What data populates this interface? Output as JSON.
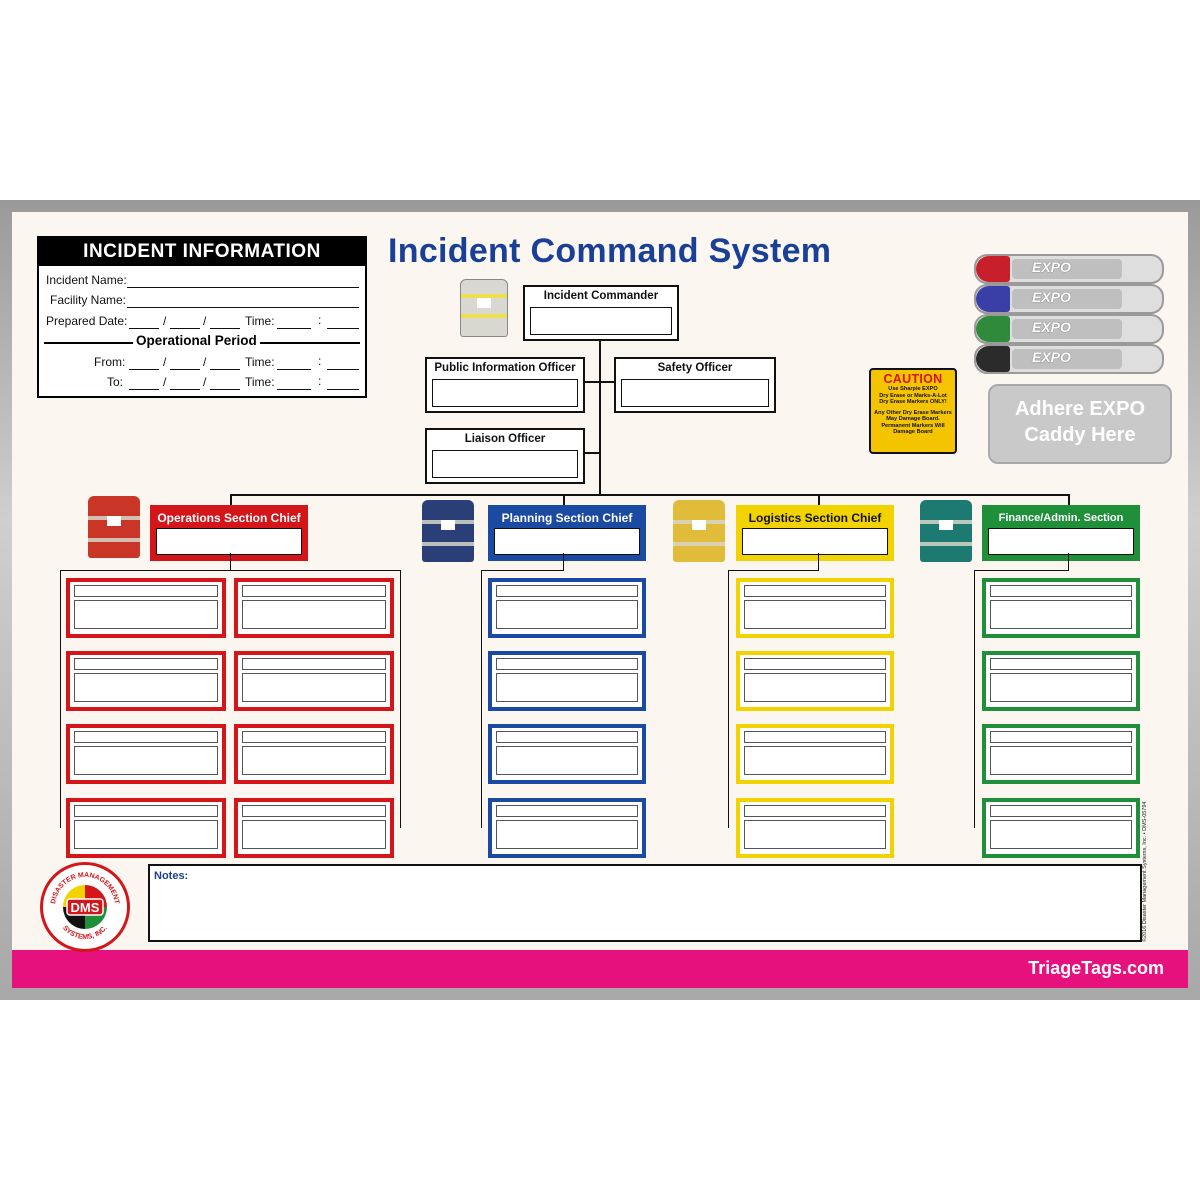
{
  "title": "Incident Command System",
  "incident_info": {
    "header": "INCIDENT INFORMATION",
    "incident_name": "Incident Name:",
    "facility_name": "Facility Name:",
    "prepared_date": "Prepared Date:",
    "time": "Time:",
    "operational_period": "Operational Period",
    "from": "From:",
    "to": "To:",
    "slash": "/",
    "colon": ":"
  },
  "command": {
    "incident_commander": "Incident Commander",
    "public_information_officer": "Public Information Officer",
    "safety_officer": "Safety Officer",
    "liaison_officer": "Liaison Officer"
  },
  "caution": {
    "heading": "CAUTION",
    "line1": "Use Sharpie EXPO",
    "line2": "Dry Erase or Marks-A-Lot",
    "line3": "Dry Erase Markers ONLY!",
    "line4": "Any Other Dry Erase Markers",
    "line5": "May Damage Board.",
    "line6": "Permanent Markers Will",
    "line7": "Damage Board"
  },
  "caddy": {
    "line1": "Adhere EXPO",
    "line2": "Caddy Here",
    "marker_brand": "EXPO"
  },
  "markers": [
    {
      "color": "#c8202b"
    },
    {
      "color": "#3a3fa8"
    },
    {
      "color": "#2f8a3c"
    },
    {
      "color": "#2b2b2b"
    }
  ],
  "sections": {
    "operations": {
      "label": "Operations Section Chief",
      "color": "#d4161b",
      "vest": "#c93527"
    },
    "planning": {
      "label": "Planning Section Chief",
      "color": "#1b4aa3",
      "vest": "#2a3e78"
    },
    "logistics": {
      "label": "Logistics Section Chief",
      "color": "#f2d300",
      "vest": "#e0bc3a",
      "label_color": "#111111"
    },
    "finance": {
      "label": "Finance/Admin. Section Chief",
      "color": "#1f8f3a",
      "vest": "#1d7a73"
    }
  },
  "notes": {
    "label": "Notes:"
  },
  "footer": {
    "site": "TriageTags.com",
    "copyright": "©2016 Disaster Management Systems, Inc. • DMS-05794"
  },
  "logo": {
    "initials": "DMS",
    "ring_text_top": "DISASTER MANAGEMENT",
    "ring_text_bottom": "SYSTEMS, INC."
  }
}
